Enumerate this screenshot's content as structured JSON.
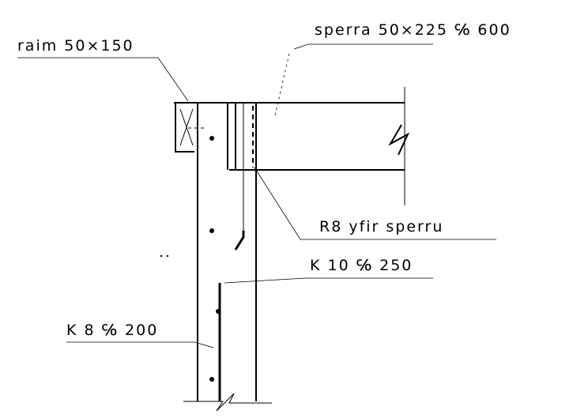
{
  "labels": {
    "raim": "raim 50×150",
    "sperra": "sperra  50×225 ℅ 600",
    "r8": "R8  yfir sperru",
    "k10": "K 10 ℅ 250",
    "k8": "K 8 ℅ 200"
  },
  "colors": {
    "ink": "#000000",
    "paper": "#ffffff"
  }
}
